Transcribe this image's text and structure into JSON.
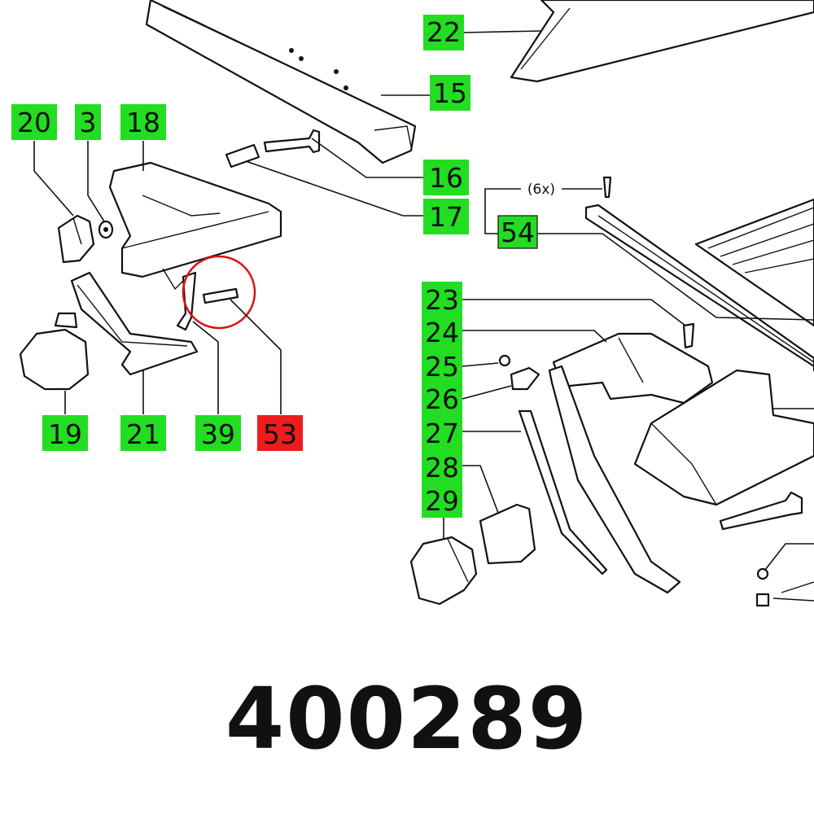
{
  "part_number": "400289",
  "qty_note": "(6x)",
  "colors": {
    "available": "#22dd22",
    "highlighted": "#ee1c1c",
    "stroke": "#111111"
  },
  "highlight": "53",
  "labels": [
    "22",
    "15",
    "20",
    "3",
    "18",
    "16",
    "17",
    "54",
    "23",
    "24",
    "25",
    "26",
    "27",
    "28",
    "29",
    "19",
    "21",
    "39",
    "53"
  ]
}
